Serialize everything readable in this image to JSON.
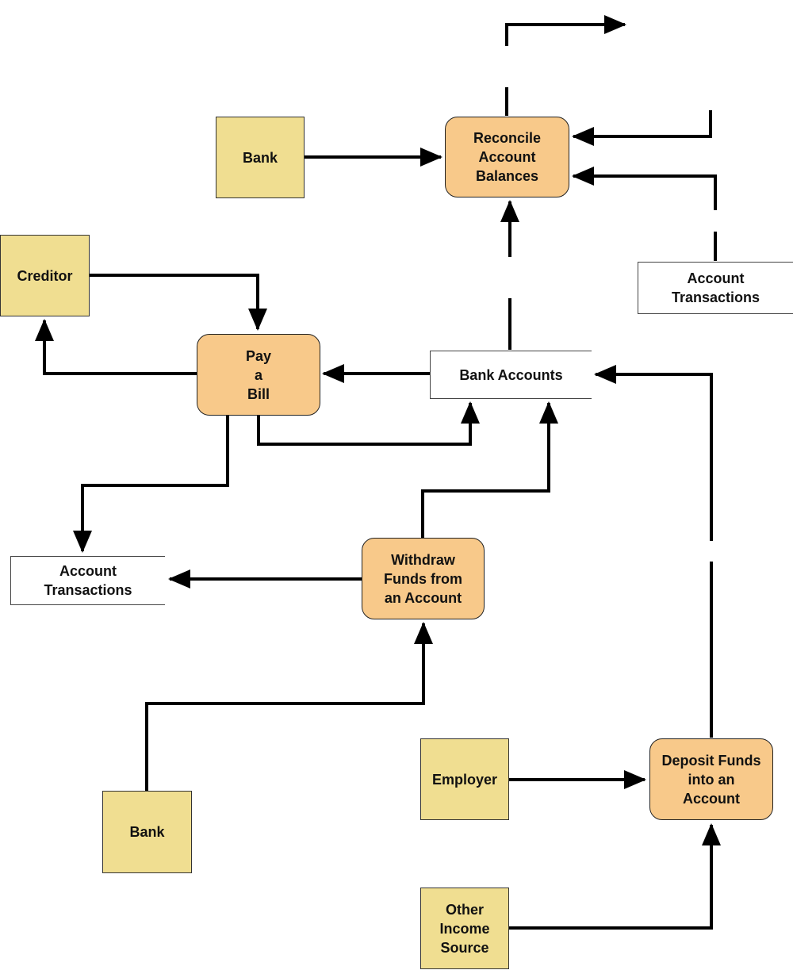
{
  "external_entities": {
    "bank_top": "Bank",
    "creditor": "Creditor",
    "bank_bottom": "Bank",
    "employer": "Employer",
    "other_income": "Other\nIncome\nSource"
  },
  "processes": {
    "reconcile": "Reconcile\nAccount\nBalances",
    "pay_bill": "Pay\na\nBill",
    "withdraw": "Withdraw\nFunds from\nan Account",
    "deposit": "Deposit Funds\ninto an\nAccount"
  },
  "data_stores": {
    "bank_accounts": "Bank Accounts",
    "account_transactions_right": "Account\nTransactions",
    "account_transactions_left": "Account\nTransactions"
  },
  "colors": {
    "entity_fill": "#f0de91",
    "process_fill": "#f8c98a",
    "line": "#000000"
  }
}
